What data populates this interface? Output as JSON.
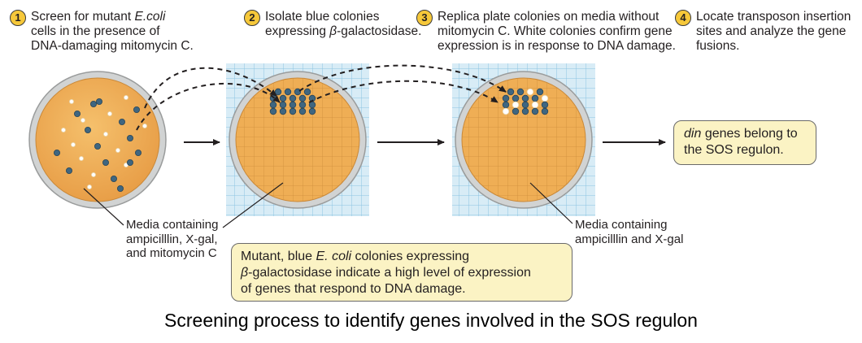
{
  "steps": [
    {
      "num": "1",
      "lines": [
        "Screen for mutant E.coli",
        "cells in the presence of",
        "DNA-damaging mitomycin C."
      ]
    },
    {
      "num": "2",
      "lines": [
        "Isolate blue colonies",
        "expressing β-galactosidase."
      ]
    },
    {
      "num": "3",
      "lines": [
        "Replica plate colonies on media without",
        "mitomycin C. White colonies confirm gene",
        "expression is in response to DNA damage."
      ]
    },
    {
      "num": "4",
      "lines": [
        "Locate transposon insertion",
        "sites and analyze the gene",
        "fusions."
      ]
    }
  ],
  "labels": {
    "media1": "Media containing\nampicilllin, X-gal,\nand mitomycin C",
    "media2": "Media containing\nampicilllin and X-gal"
  },
  "sos_box": {
    "line1": "din genes belong to",
    "line2": "the SOS regulon."
  },
  "mutant_box": {
    "line1": "Mutant, blue E. coli colonies expressing",
    "line2": "β-galactosidase indicate a high level of expression",
    "line3": "of genes that respond to DNA damage."
  },
  "caption": "Screening process to identify genes involved in the SOS regulon",
  "colors": {
    "plate": "#efae55",
    "plate_rim": "#d1d3d3",
    "grid_bg": "#d8ecf6",
    "grid_line": "#8cc3e2",
    "colony_blue": "#3f6680",
    "colony_white": "#ffffff",
    "callout_fill": "#fbf3c4",
    "step_badge": "#f6c83a"
  }
}
